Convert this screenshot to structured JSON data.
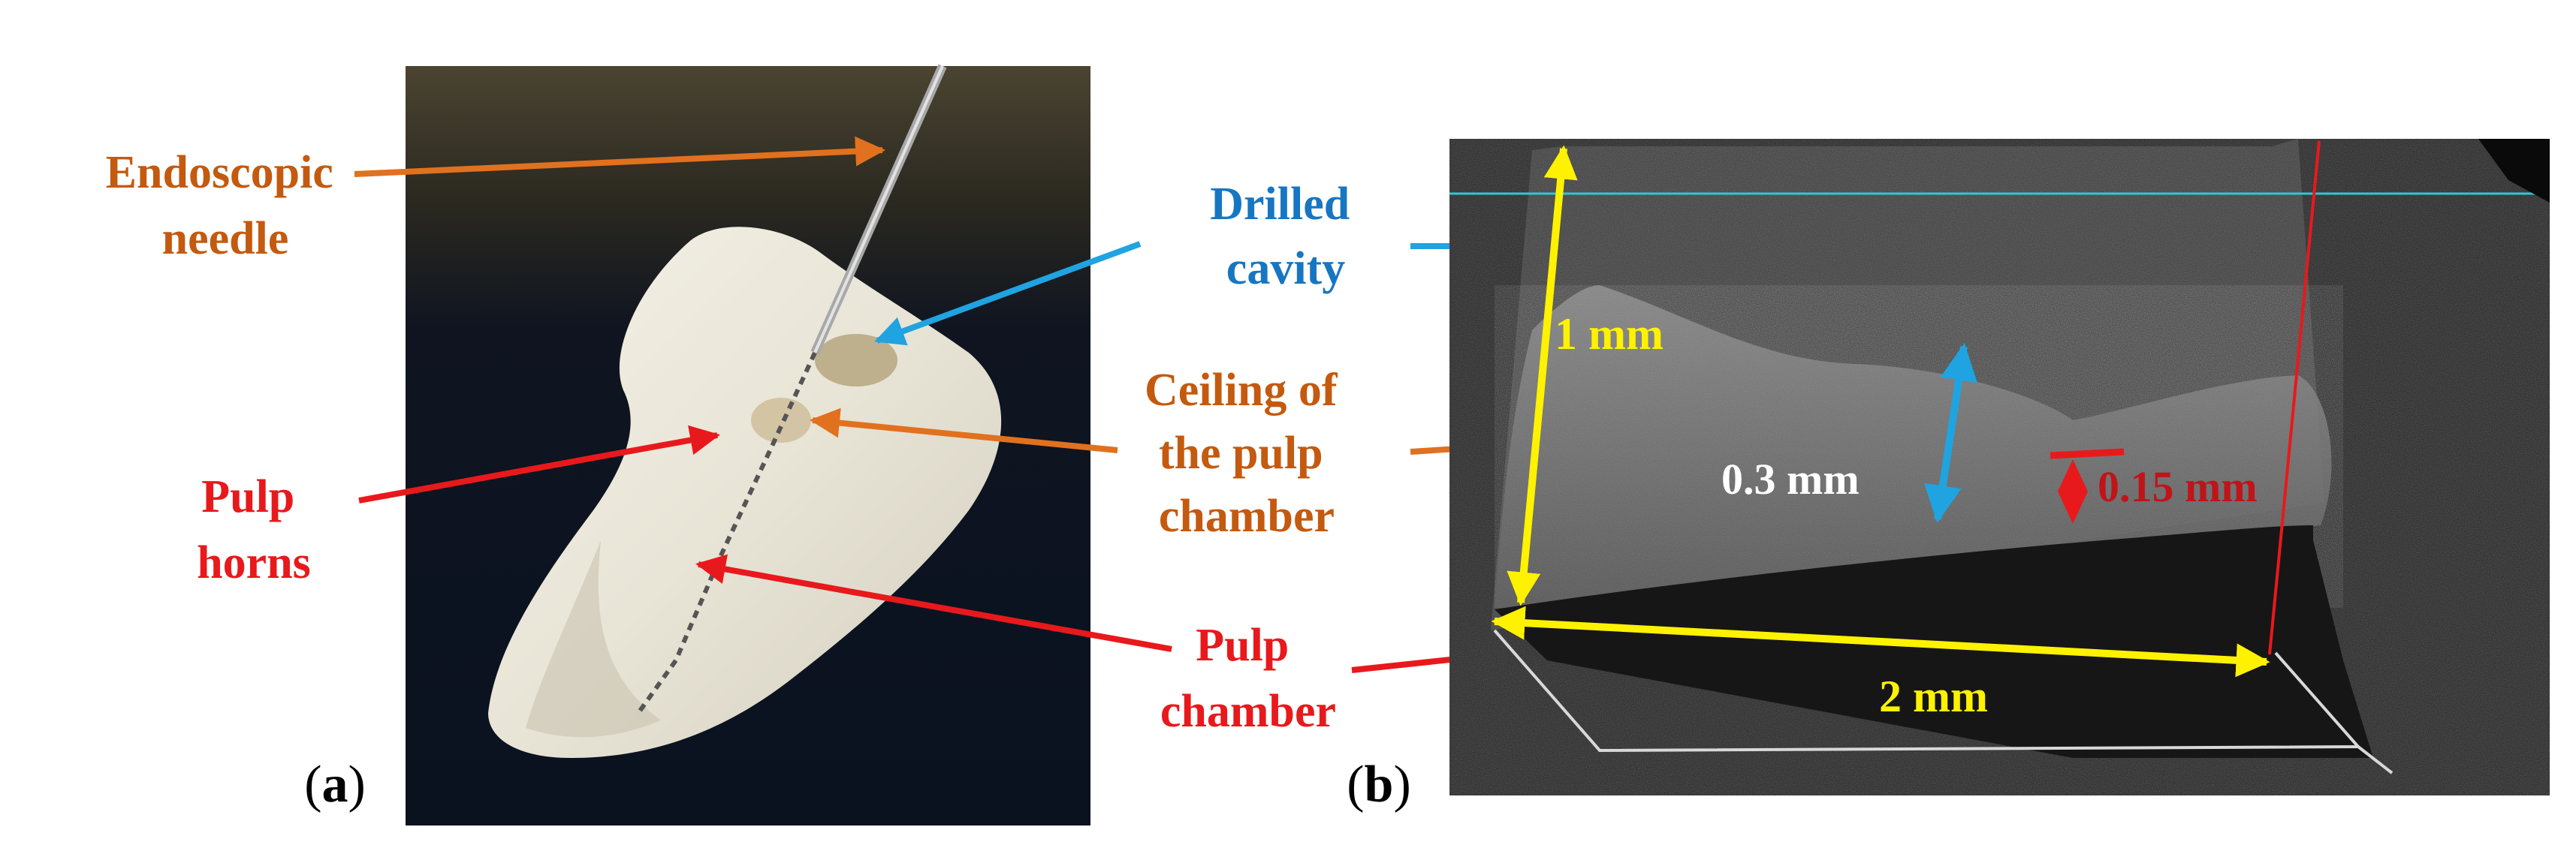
{
  "panels": [
    {
      "id": "a",
      "caption_open": "(",
      "caption_letter": "a",
      "caption_close": ")"
    },
    {
      "id": "b",
      "caption_open": "(",
      "caption_letter": "b",
      "caption_close": ")"
    }
  ],
  "labels": {
    "endoscopic_needle": [
      "Endoscopic",
      "needle"
    ],
    "drilled_cavity": [
      "Drilled",
      "cavity"
    ],
    "ceiling": [
      "Ceiling of",
      "the pulp",
      "chamber"
    ],
    "pulp_horns": [
      "Pulp",
      "horns"
    ],
    "pulp_chamber": [
      "Pulp",
      "chamber"
    ]
  },
  "measurements": {
    "height": "1 mm",
    "width": "2 mm",
    "cavity_depth": "0.3 mm",
    "ceiling_thickness": "0.15 mm"
  },
  "colors": {
    "orange": "#C45A0F",
    "orange_arrow": "#E1711E",
    "blue": "#1776C2",
    "blue_arrow": "#20A3E1",
    "red": "#E8191C",
    "darkred": "#C0141A",
    "yellow": "#FFF200",
    "white": "#FFFFFF"
  }
}
